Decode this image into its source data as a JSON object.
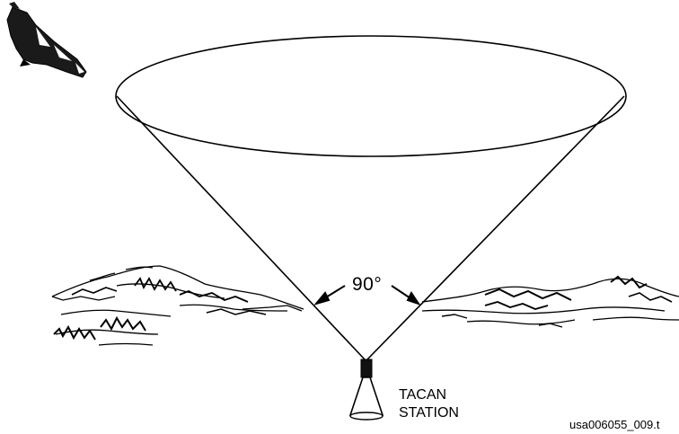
{
  "diagram": {
    "angle_label": "90°",
    "station_line1": "TACAN",
    "station_line2": "STATION",
    "figure_id": "usa006055_009.t"
  },
  "colors": {
    "ink": "#000000",
    "background": "#ffffff",
    "shuttle_body": "#1a1a1a"
  },
  "icons": [
    "space-shuttle-icon",
    "tacan-antenna-icon",
    "mountain-terrain"
  ]
}
